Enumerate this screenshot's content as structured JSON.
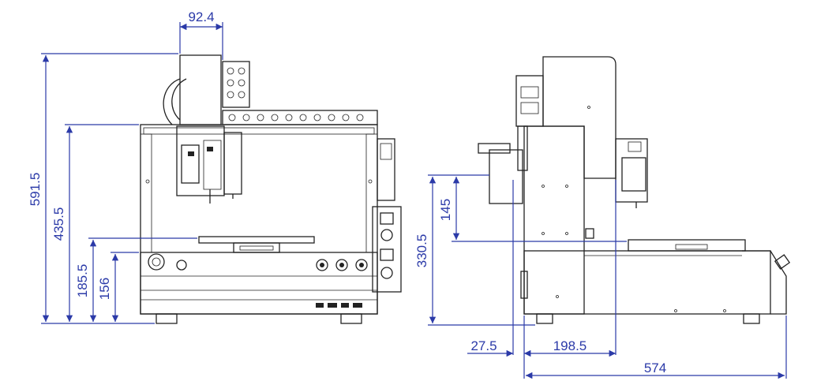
{
  "colors": {
    "dimension": "#2b3aa8",
    "outline": "#222222",
    "background": "#ffffff"
  },
  "front_view": {
    "dim_top_width": "92.4",
    "dim_total_height": "591.5",
    "dim_gantry_height": "435.5",
    "dim_worktable_height": "185.5",
    "dim_panel_height": "156"
  },
  "side_view": {
    "dim_head_drop": "145",
    "dim_table_height": "330.5",
    "dim_offset": "27.5",
    "dim_column_depth": "198.5",
    "dim_total_depth": "574"
  }
}
